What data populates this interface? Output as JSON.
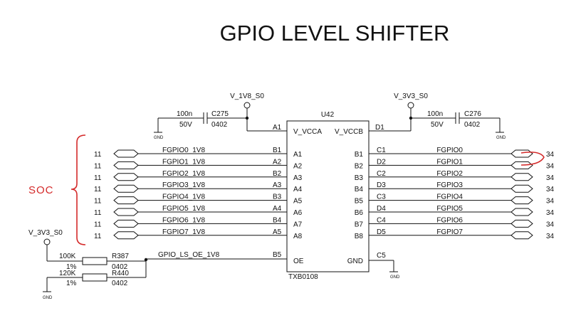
{
  "title": "GPIO LEVEL SHIFTER",
  "chip": {
    "refdes": "U42",
    "part": "TXB0108",
    "vcca_label": "V_VCCA",
    "vccb_label": "V_VCCB",
    "oe_label": "OE",
    "gnd_label": "GND",
    "vcca_ball": "A1",
    "vccb_ball": "D1",
    "oe_ball": "B5",
    "gnd_ball": "C5"
  },
  "rails": {
    "low": "V_1V8_S0",
    "high": "V_3V3_S0",
    "pullup": "V_3V3_S0"
  },
  "caps": [
    {
      "ref": "C275",
      "value": "100n",
      "voltage": "50V",
      "package": "0402"
    },
    {
      "ref": "C276",
      "value": "100n",
      "voltage": "50V",
      "package": "0402"
    }
  ],
  "resistors": [
    {
      "ref": "R387",
      "value": "100K",
      "tolerance": "1%",
      "package": "0402"
    },
    {
      "ref": "R440",
      "value": "120K",
      "tolerance": "1%",
      "package": "0402"
    }
  ],
  "oe_net": "GPIO_LS_OE_1V8",
  "gnd_symbol": "GND",
  "soc_label": "SOC",
  "channels": [
    {
      "page": "11",
      "net_a": "FGPIO0_1V8",
      "ball_a": "B1",
      "pin_a": "A1",
      "pin_b": "B1",
      "ball_b": "C1",
      "net_b": "FGPIO0",
      "page_b": "34"
    },
    {
      "page": "11",
      "net_a": "FGPIO1_1V8",
      "ball_a": "A2",
      "pin_a": "A2",
      "pin_b": "B2",
      "ball_b": "D2",
      "net_b": "FGPIO1",
      "page_b": "34"
    },
    {
      "page": "11",
      "net_a": "FGPIO2_1V8",
      "ball_a": "B2",
      "pin_a": "A3",
      "pin_b": "B3",
      "ball_b": "C2",
      "net_b": "FGPIO2",
      "page_b": "34"
    },
    {
      "page": "11",
      "net_a": "FGPIO3_1V8",
      "ball_a": "A3",
      "pin_a": "A4",
      "pin_b": "B4",
      "ball_b": "D3",
      "net_b": "FGPIO3",
      "page_b": "34"
    },
    {
      "page": "11",
      "net_a": "FGPIO4_1V8",
      "ball_a": "B3",
      "pin_a": "A5",
      "pin_b": "B5",
      "ball_b": "C3",
      "net_b": "FGPIO4",
      "page_b": "34"
    },
    {
      "page": "11",
      "net_a": "FGPIO5_1V8",
      "ball_a": "A4",
      "pin_a": "A6",
      "pin_b": "B6",
      "ball_b": "D4",
      "net_b": "FGPIO5",
      "page_b": "34"
    },
    {
      "page": "11",
      "net_a": "FGPIO6_1V8",
      "ball_a": "B4",
      "pin_a": "A7",
      "pin_b": "B7",
      "ball_b": "C4",
      "net_b": "FGPIO6",
      "page_b": "34"
    },
    {
      "page": "11",
      "net_a": "FGPIO7_1V8",
      "ball_a": "A5",
      "pin_a": "A8",
      "pin_b": "B8",
      "ball_b": "D5",
      "net_b": "FGPIO7",
      "page_b": "34"
    }
  ],
  "colors": {
    "ink": "#111111",
    "annotation": "#d42a2a"
  }
}
